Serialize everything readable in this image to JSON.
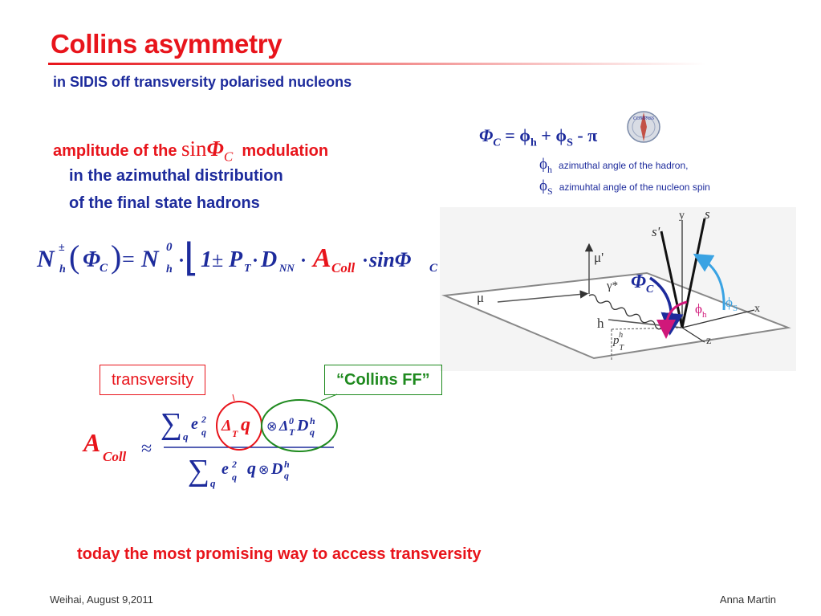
{
  "title": "Collins asymmetry",
  "subtitle": "in SIDIS off transversity polarised nucleons",
  "amplitude": {
    "prefix": "amplitude of the",
    "sin": "sin",
    "phi": "Φ",
    "phi_sub": "C",
    "suffix": "modulation",
    "line2": "in the azimuthal distribution",
    "line3": "of the final state hadrons"
  },
  "angle_definition": {
    "lhs": "Φ",
    "lhs_sub": "C",
    "equals": "=",
    "phi": "ϕ",
    "h": "h",
    "plus": "+",
    "s": "S",
    "minus": "-",
    "pi": "π"
  },
  "definitions": [
    {
      "symbol": "ϕ",
      "sub": "h",
      "text": "azimuthal angle of the hadron,"
    },
    {
      "symbol": "ϕ",
      "sub": "S",
      "text": "azimuhtal angle of the nucleon spin"
    }
  ],
  "logo_text": "COMPASS",
  "formula1": {
    "N": "N",
    "h": "h",
    "pm": "±",
    "zero": "0",
    "Phi": "Φ",
    "C": "C",
    "eq": "=",
    "one": "1",
    "P": "P",
    "T": "T",
    "D": "D",
    "NN": "NN",
    "A": "A",
    "Coll": "Coll",
    "sin": "sinΦ",
    "dot": "·"
  },
  "diagram": {
    "mu": "μ",
    "mu_prime": "μ'",
    "gamma": "γ*",
    "h": "h",
    "pT": "p",
    "pT_sup": "h",
    "pT_sub": "T",
    "x": "x",
    "y": "y",
    "z": "z",
    "s": "s",
    "s_prime": "s'",
    "PhiC": "Φ",
    "PhiC_sub": "C",
    "phi_h": "ϕ",
    "phi_h_sub": "h",
    "phi_s": "ϕ",
    "phi_s_sub": "S"
  },
  "boxes": {
    "transversity": "transversity",
    "collins_ff": "“Collins FF”"
  },
  "formula2": {
    "A": "A",
    "Coll": "Coll",
    "approx": "≈",
    "sum": "∑",
    "q": "q",
    "e": "e",
    "two": "2",
    "Delta": "Δ",
    "T": "T",
    "otimes": "⊗",
    "zero": "0",
    "D": "D",
    "h": "h"
  },
  "bottom_line": "today the most promising way to access transversity",
  "footer": {
    "left": "Weihai, August 9,2011",
    "right": "Anna Martin"
  },
  "colors": {
    "red": "#e8141b",
    "blue": "#1d2b9c",
    "green": "#1f8a1f",
    "magenta": "#d0187a",
    "cyan": "#3aa3e3"
  }
}
